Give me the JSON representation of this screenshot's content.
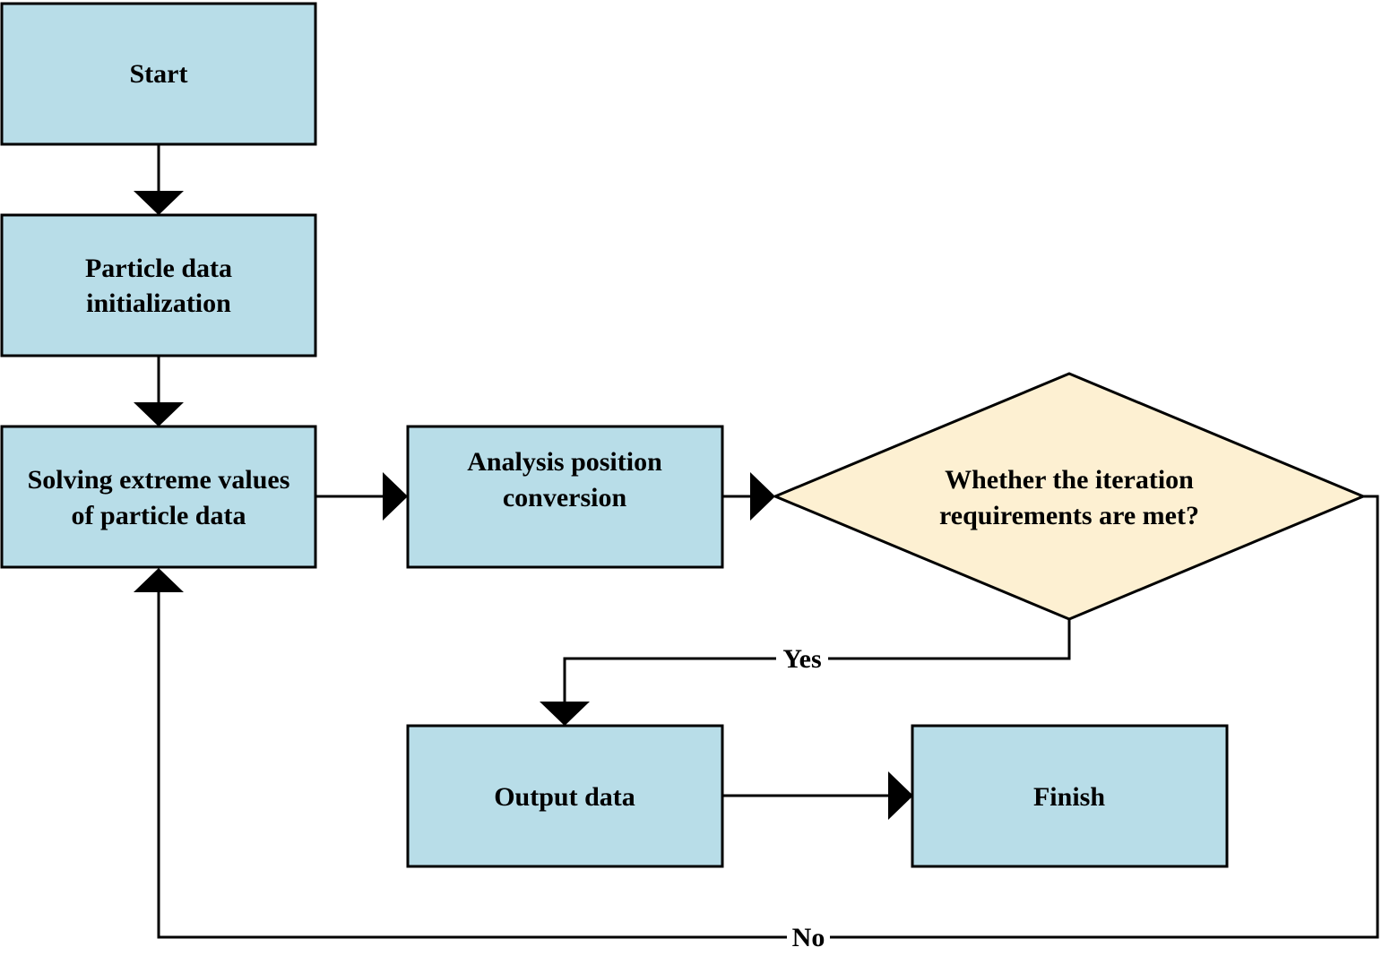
{
  "nodes": {
    "start": "Start",
    "init": [
      "Particle data",
      "initialization"
    ],
    "solve": [
      "Solving extreme values",
      "of particle data"
    ],
    "analysis": [
      "Analysis position",
      "conversion"
    ],
    "decision": [
      "Whether the iteration",
      "requirements are met?"
    ],
    "output": "Output data",
    "finish": "Finish"
  },
  "edges": {
    "yes": "Yes",
    "no": "No"
  },
  "colors": {
    "process_fill": "#b8dde8",
    "decision_fill": "#fdf0d2",
    "stroke": "#000000"
  }
}
